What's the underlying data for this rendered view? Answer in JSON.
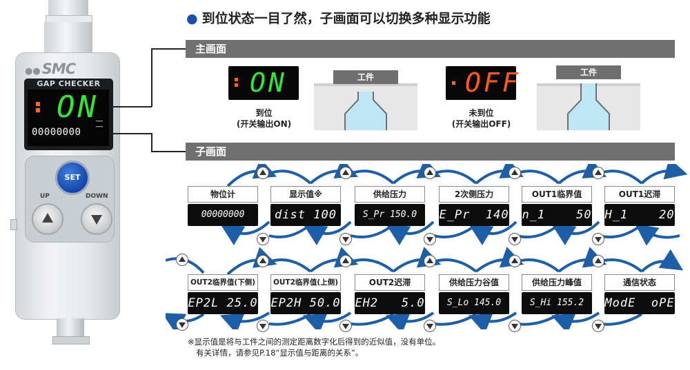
{
  "headline": "到位状态一目了然，子画面可以切换多种显示功能",
  "device": {
    "brand": "SMC",
    "model_label": "GAP CHECKER",
    "display_main": "ON",
    "display_sub": "00000000",
    "set_label": "SET",
    "up_label": "UP",
    "down_label": "DOWN"
  },
  "main_screen": {
    "title": "主画面",
    "on_example": {
      "display": "ON",
      "caption_line1": "到位",
      "caption_line2": "(开关输出ON)",
      "work_label": "工件",
      "color": "#35e535"
    },
    "off_example": {
      "display": "OFF",
      "caption_line1": "未到位",
      "caption_line2": "(开关输出OFF)",
      "work_label": "工件",
      "color": "#ff5a1a"
    }
  },
  "sub_screen": {
    "title": "子画面",
    "row1": [
      {
        "label": "物位计",
        "display": "00000000"
      },
      {
        "label": "显示值※",
        "display": "dist 100"
      },
      {
        "label": "供给压力",
        "display": "S_Pr 150.0"
      },
      {
        "label": "2次侧压力",
        "display": "E_Pr  140"
      },
      {
        "label": "OUT1临界值",
        "display": "n_1    50"
      },
      {
        "label": "OUT1迟滞",
        "display": "H_1    20"
      }
    ],
    "row2": [
      {
        "label": "OUT2临界值(下侧)",
        "display": "EP2L 25.0"
      },
      {
        "label": "OUT2临界值(上侧)",
        "display": "EP2H 50.0"
      },
      {
        "label": "OUT2迟滞",
        "display": "EH2   5.0"
      },
      {
        "label": "供给压力谷值",
        "display": "S_Lo 145.0"
      },
      {
        "label": "供给压力峰值",
        "display": "S_Hi 155.2"
      },
      {
        "label": "通信状态",
        "display": "ModE  oPE"
      }
    ]
  },
  "footnote": {
    "line1": "※显示值是将与工件之间的测定距离数字化后得到的近似值，没有单位。",
    "line2": "有关详情，请参见P.18“显示值与距离的关系”。"
  }
}
